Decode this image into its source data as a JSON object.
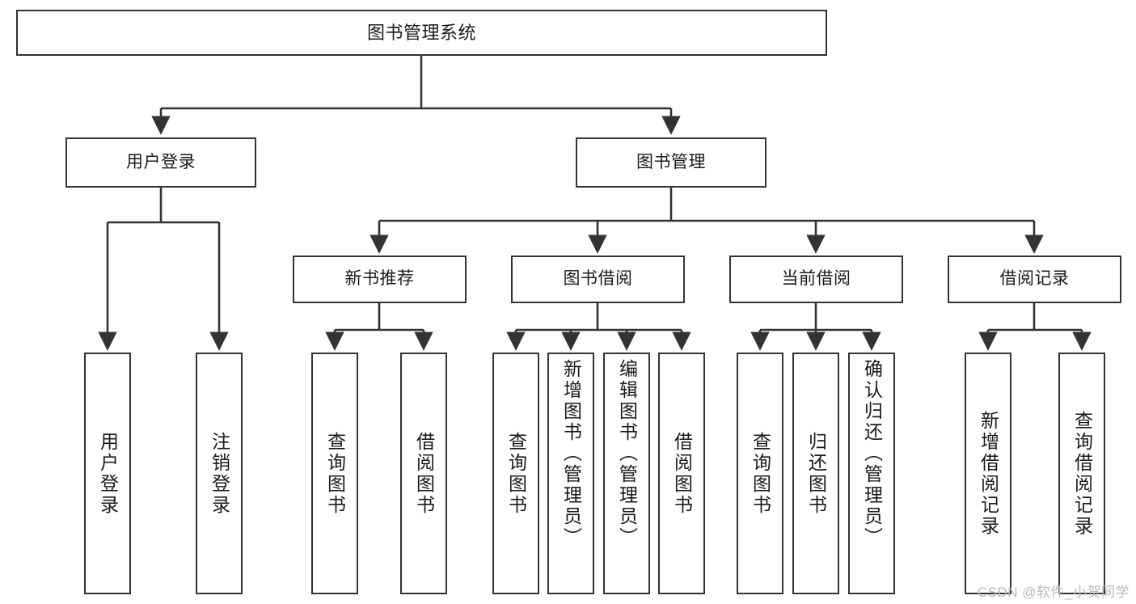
{
  "diagram": {
    "title": "图书管理系统",
    "type": "hierarchy-tree",
    "watermark": "CSDN @软件_小贺同学",
    "colors": {
      "stroke": "#333333",
      "fill": "#ffffff",
      "text": "#1a1a1a",
      "watermark": "#b9b9b9"
    },
    "levels": {
      "level1": [
        "图书管理系统"
      ],
      "level2": [
        "用户登录",
        "图书管理"
      ],
      "level3": [
        "新书推荐",
        "图书借阅",
        "当前借阅",
        "借阅记录"
      ],
      "level4": [
        "用户登录",
        "注销登录",
        "查询图书",
        "借阅图书",
        "查询图书",
        "新增图书（管理员）",
        "编辑图书（管理员）",
        "借阅图书",
        "查询图书",
        "归还图书",
        "确认归还（管理员）",
        "新增借阅记录",
        "查询借阅记录"
      ]
    },
    "nodes": {
      "root": {
        "label": "图书管理系统"
      },
      "user_login": {
        "label": "用户登录"
      },
      "book_mgmt": {
        "label": "图书管理"
      },
      "new_book_rec": {
        "label": "新书推荐"
      },
      "book_borrow": {
        "label": "图书借阅"
      },
      "current_borrow": {
        "label": "当前借阅"
      },
      "borrow_record": {
        "label": "借阅记录"
      },
      "leaf_user_login": {
        "label": "用户登录"
      },
      "leaf_logout": {
        "label": "注销登录"
      },
      "leaf_query_book_a": {
        "label": "查询图书"
      },
      "leaf_borrow_book_a": {
        "label": "借阅图书"
      },
      "leaf_query_book_b": {
        "label": "查询图书"
      },
      "leaf_add_book": {
        "label": "新增图书（管理员）"
      },
      "leaf_edit_book": {
        "label": "编辑图书（管理员）"
      },
      "leaf_borrow_book_b": {
        "label": "借阅图书"
      },
      "leaf_query_book_c": {
        "label": "查询图书"
      },
      "leaf_return_book": {
        "label": "归还图书"
      },
      "leaf_confirm_return": {
        "label": "确认归还（管理员）"
      },
      "leaf_add_record": {
        "label": "新增借阅记录"
      },
      "leaf_query_record": {
        "label": "查询借阅记录"
      }
    }
  }
}
